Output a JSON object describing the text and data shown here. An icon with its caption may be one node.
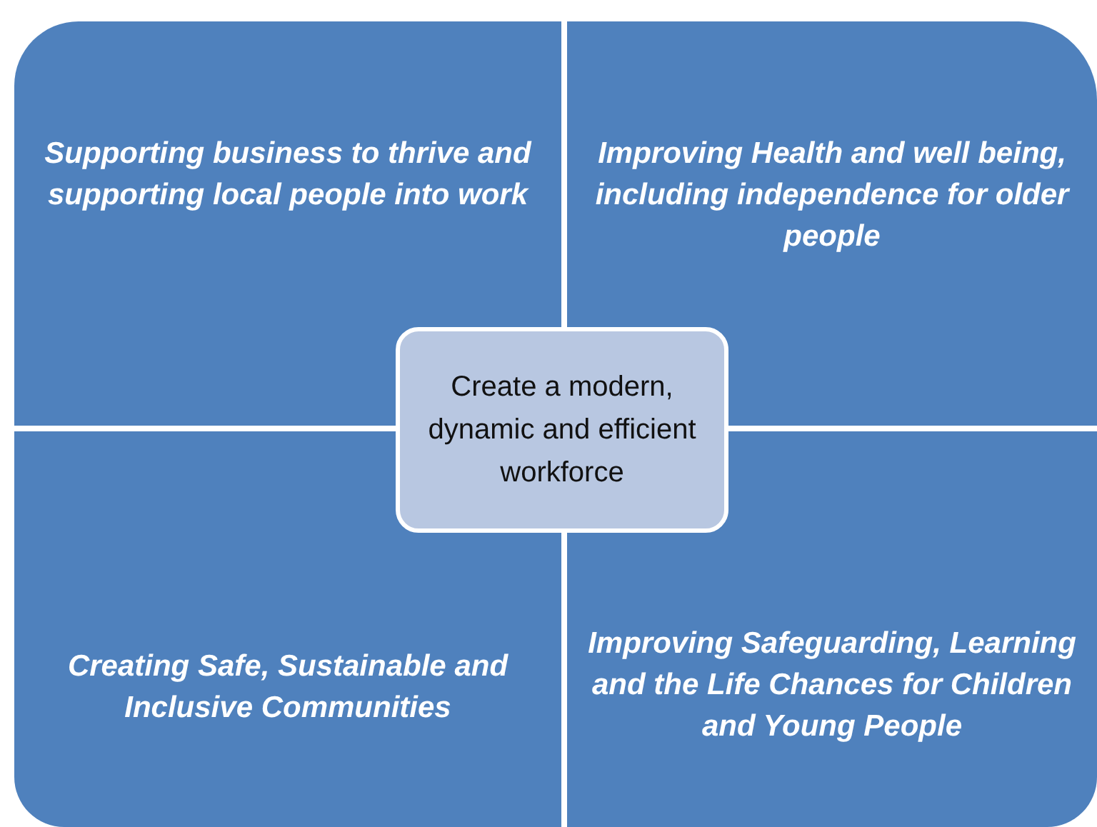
{
  "diagram": {
    "nodes": [
      {
        "text": [
          "Supporting business to thrive and supporting local people into work"
        ]
      },
      {
        "text": [
          "Improving Health and well being, including independence for older people"
        ]
      },
      {
        "text": [
          "Creating Safe, Sustainable and Inclusive Communities"
        ]
      },
      {
        "text": [
          "Improving Safeguarding, Learning and the Life Chances for Children and Young People"
        ]
      },
      {
        "text": [
          "Create a modern, dynamic and efficient workforce"
        ]
      }
    ],
    "edges": []
  }
}
